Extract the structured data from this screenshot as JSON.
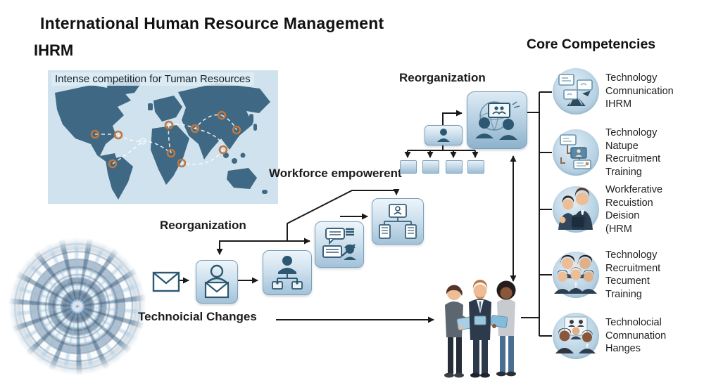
{
  "title": {
    "line1": "International Human Resource Management",
    "line2": "IHRM"
  },
  "map": {
    "caption": "Intense competition for Tuman Resources",
    "colors": {
      "water": "#cfe2ee",
      "land": "#3e6883",
      "route_marker": "#c0763d"
    }
  },
  "labels": {
    "reorganization_top": "Reorganization",
    "workforce_empowerment": "Workforce empowerent",
    "reorganization_bottom": "Reorganization",
    "technical_changes": "Technoicial Changes"
  },
  "flow": {
    "icons": [
      "envelope-icon",
      "person-mail-icon",
      "person-orgchart-icon",
      "chat-support-icon",
      "orgchart-docs-icon",
      "person-icon",
      "video-meeting-icon"
    ],
    "box_color": "#a3c2d8",
    "line_color": "#1a1a1a"
  },
  "core_competencies": {
    "heading": "Core Competencies",
    "items": [
      {
        "icon": "monitors-icon",
        "text": "Technology\nComnunication\nIHRM"
      },
      {
        "icon": "connected-screens-icon",
        "text": "Technology\nNatupe\nRecruitment\nTraining"
      },
      {
        "icon": "business-duo-icon",
        "text": "Workferative\nRecuistion\nDeision\n(HRM"
      },
      {
        "icon": "team-group-icon",
        "text": "Technology\nRecruitment\nTecument\nTraining"
      },
      {
        "icon": "video-team-icon",
        "text": "Technolocial\nComnunation\nHanges"
      }
    ]
  }
}
